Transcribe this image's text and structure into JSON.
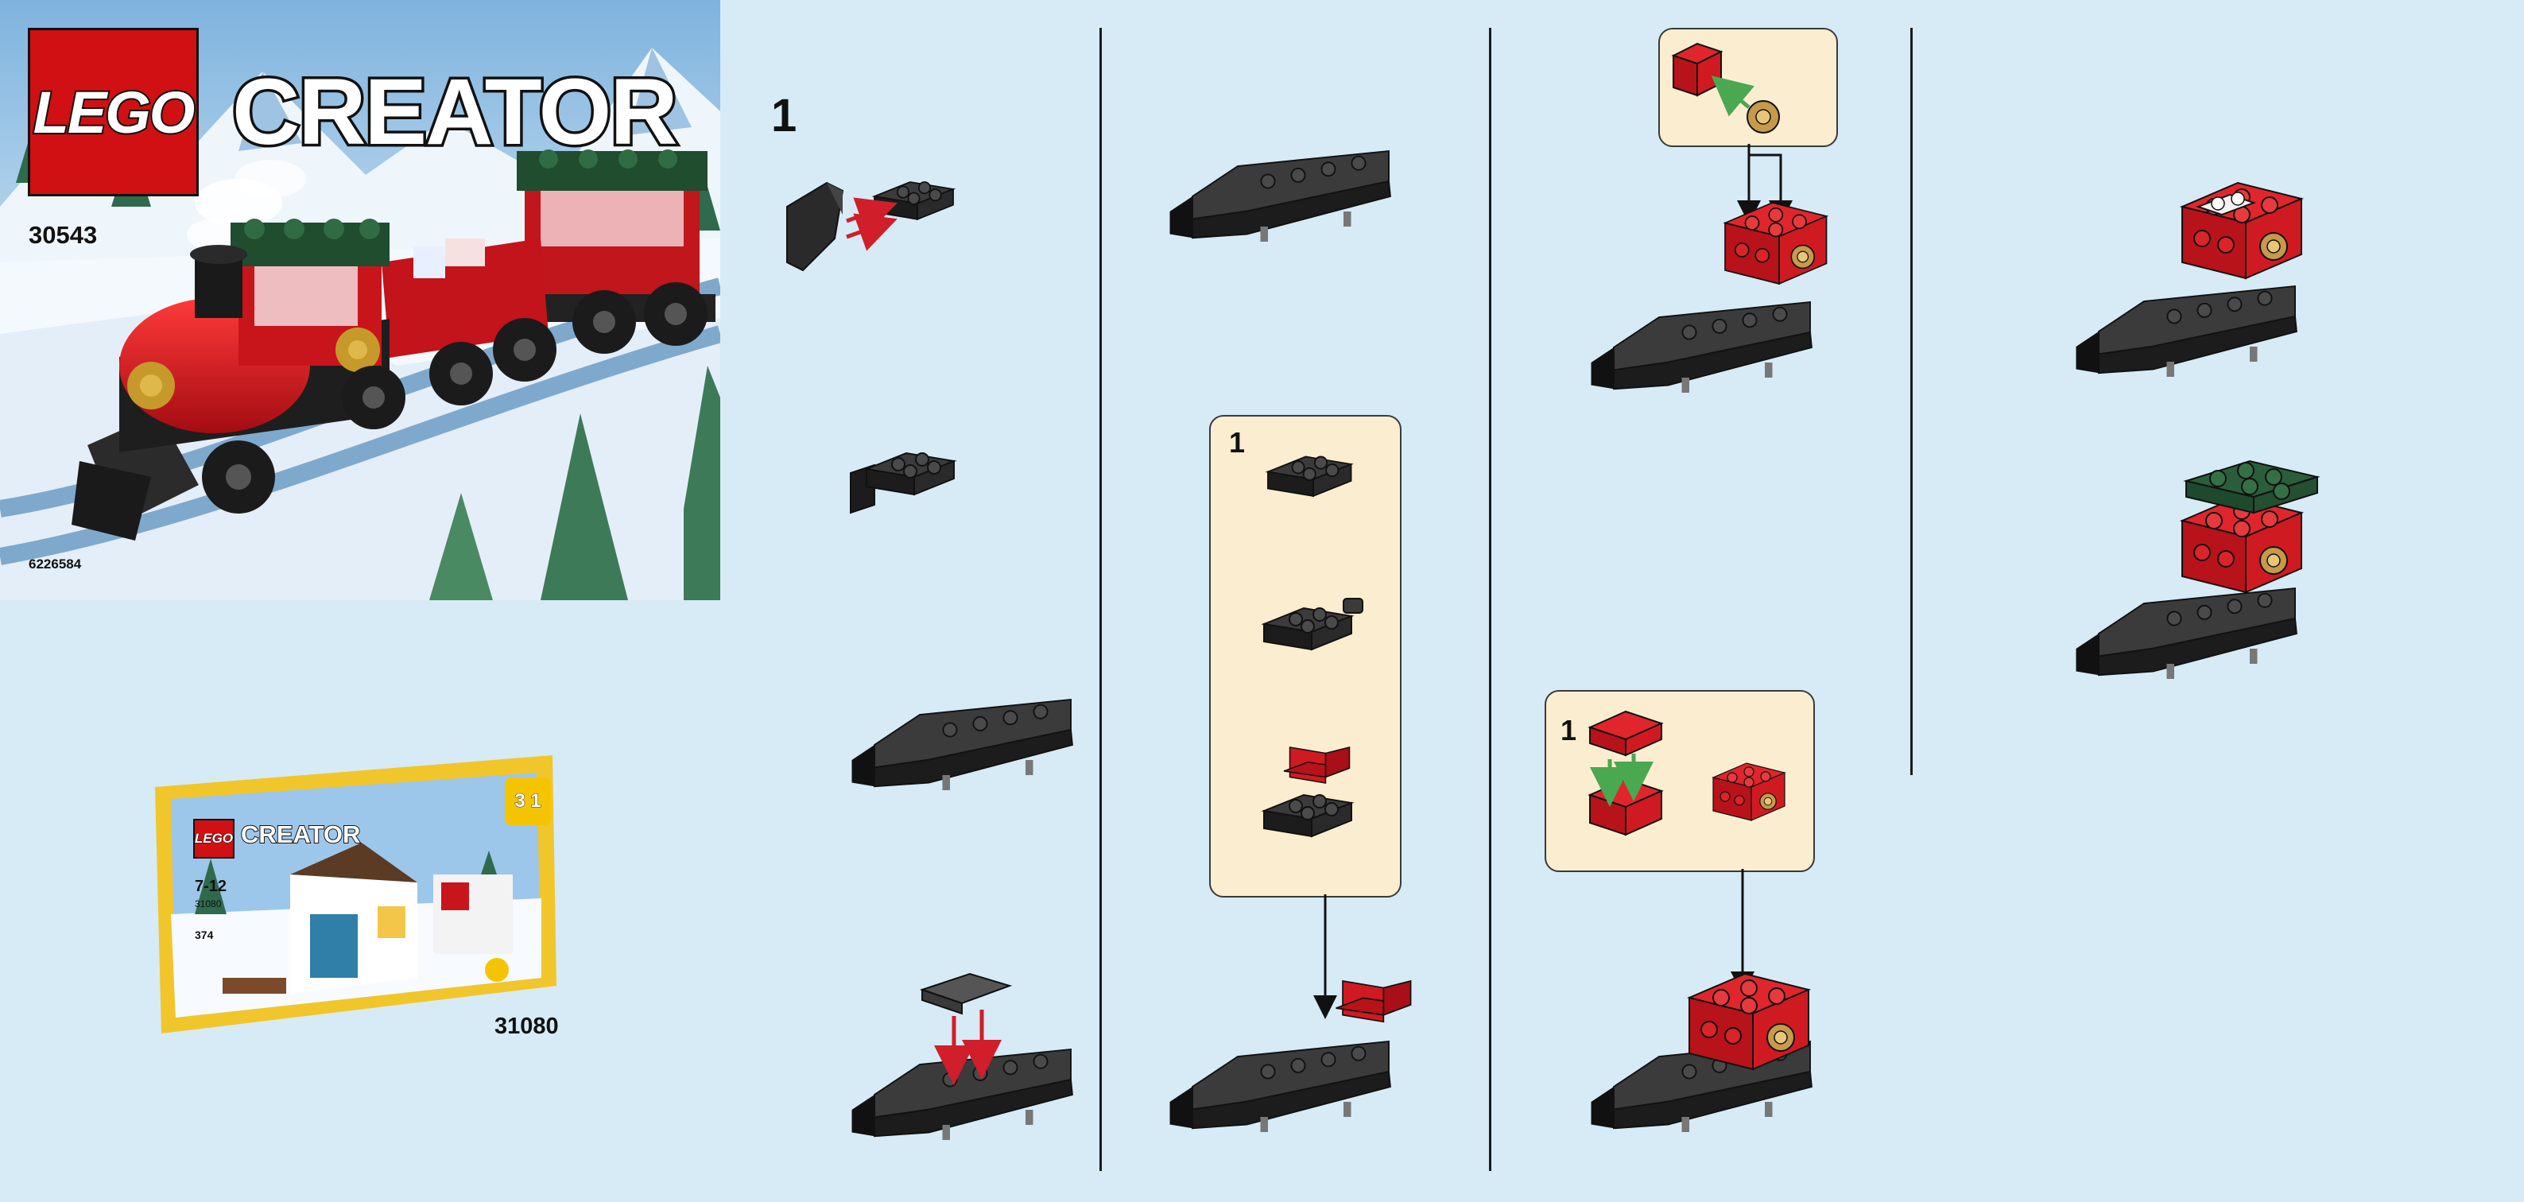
{
  "cover": {
    "brand": "LEGO",
    "title": "CREATOR",
    "set_number": "30543",
    "barcode_id": "6226584"
  },
  "promo": {
    "set_number": "31080",
    "box_brand": "LEGO",
    "box_title": "CREATOR",
    "box_badge": "3 1",
    "box_age": "7-12",
    "box_number": "31080",
    "box_pieces": "374"
  },
  "steps": {
    "main_step": "1",
    "subassembly_a": "1",
    "subassembly_b": "1"
  },
  "colors": {
    "background": "#d6ebf6",
    "lego_red": "#d01012",
    "brick_dark": "#2e2e2e",
    "brick_red": "#c8111a",
    "brick_green": "#1f4d2e",
    "panel": "#fbeed0",
    "arrow_red": "#d01e2a",
    "arrow_green": "#4aa851"
  }
}
